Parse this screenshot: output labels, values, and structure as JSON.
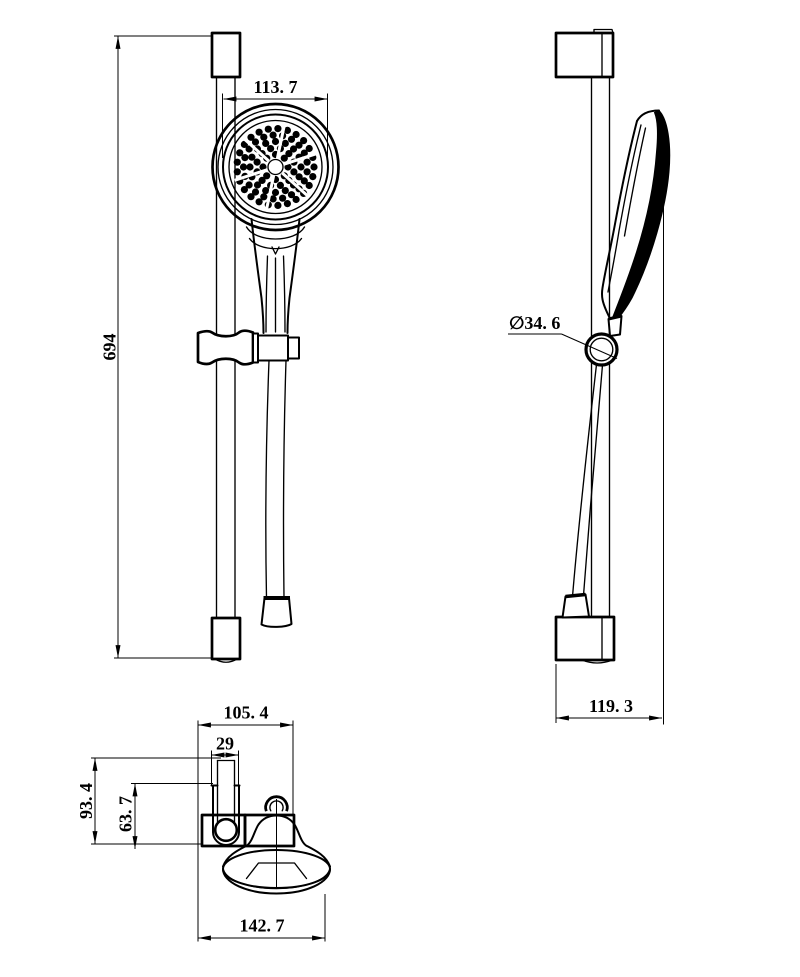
{
  "drawing": {
    "kind": "technical-drawing-3-views",
    "colors": {
      "background": "#ffffff",
      "line": "#000000"
    },
    "views": {
      "front": {
        "dim_height": "694",
        "dim_head_width": "113. 7"
      },
      "side": {
        "dim_ring_diameter": "∅34. 6",
        "dim_bracket_depth": "119. 3"
      },
      "top": {
        "dim_bracket_width": "105. 4",
        "dim_slot_width": "29",
        "dim_overall_depth": "93. 4",
        "dim_holder_depth": "63. 7",
        "dim_head_depth": "142. 7"
      }
    }
  }
}
